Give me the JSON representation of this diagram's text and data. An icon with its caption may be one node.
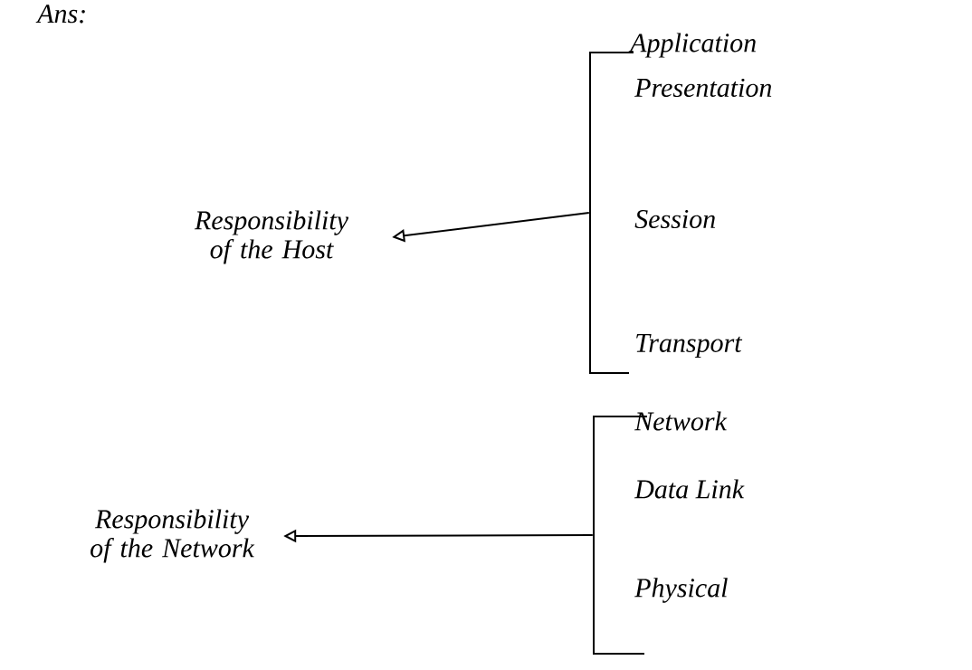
{
  "diagram": {
    "title": "Ans:",
    "nodes": [
      {
        "text": [
          "Responsibility of the Host"
        ]
      },
      {
        "text": [],
        "shape": "bracket"
      },
      {
        "text": [
          "Responsibility of the Network"
        ]
      },
      {
        "text": [],
        "shape": "bracket"
      }
    ],
    "edges": [
      {
        "from": 1,
        "to": 0,
        "arrow": "to"
      },
      {
        "from": 3,
        "to": 2,
        "arrow": "to"
      }
    ],
    "labels": [
      "Application",
      "Presentation",
      "Session",
      "Transport",
      "Network",
      "Data Link",
      "Physical"
    ]
  }
}
